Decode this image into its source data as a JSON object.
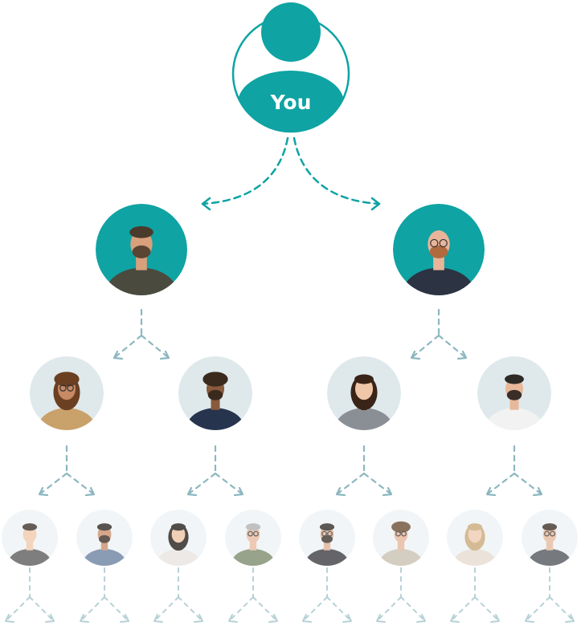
{
  "root": {
    "label": "You",
    "icon": "person-icon",
    "color": "#0fa3a3"
  },
  "colors": {
    "primary": "#0fa3a3",
    "level2_bg": "#dfe9ec",
    "level3_bg": "#eef3f5",
    "connector_dark": "#0fa3a3",
    "connector_mid": "#8cb7c0",
    "connector_light": "#b6d1d6"
  },
  "levels": [
    {
      "level": 1,
      "count": 2,
      "type": "avatar-photo"
    },
    {
      "level": 2,
      "count": 4,
      "type": "avatar-photo"
    },
    {
      "level": 3,
      "count": 8,
      "type": "avatar-photo"
    }
  ]
}
